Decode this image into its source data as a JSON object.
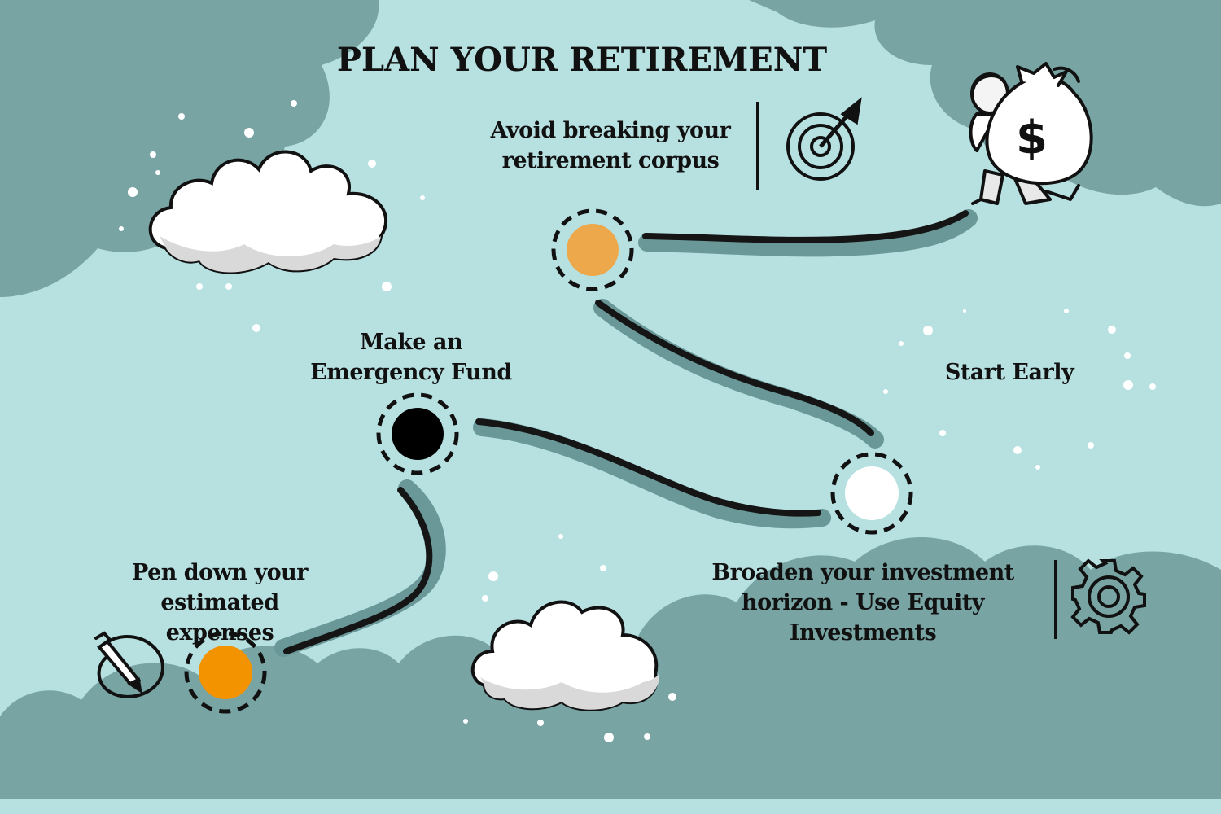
{
  "title": "PLAN YOUR RETIREMENT",
  "steps": [
    {
      "id": "pen-down",
      "text": "Pen down your estimated expenses",
      "marker_color": "#f39300",
      "icon": "pencil-icon"
    },
    {
      "id": "emergency-fund",
      "text": "Make an Emergency Fund",
      "marker_color": "#000000",
      "icon": ""
    },
    {
      "id": "broaden-horizon",
      "text": "Broaden your investment horizon -  Use Equity Investments",
      "marker_color": "#ffffff",
      "icon": "gear-icon"
    },
    {
      "id": "avoid-breaking",
      "text": "Avoid breaking  your retirement corpus",
      "marker_color": "#eca84a",
      "icon": "target-icon"
    },
    {
      "id": "start-early",
      "text": "Start Early",
      "marker_color": "",
      "icon": "money-bag-icon"
    }
  ],
  "colors": {
    "background": "#b7e0e1",
    "cloud_dark": "#79a4a4",
    "path_shadow": "#6a9898",
    "path_line": "#151515",
    "text": "#111111"
  }
}
